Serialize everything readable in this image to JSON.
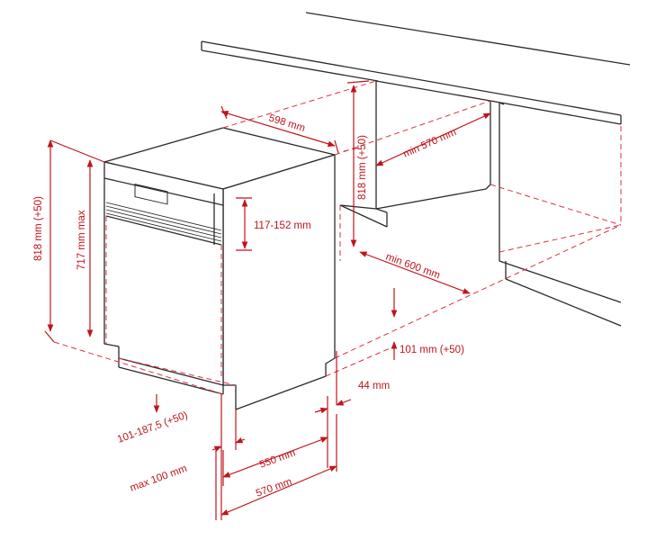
{
  "colors": {
    "dimension": "#c0141c",
    "outline": "#2b2b2b",
    "background": "#ffffff"
  },
  "dimensions": {
    "width_top": "598 mm",
    "height_total": "818 mm (+50)",
    "height_717": "717 mm max",
    "panel_height": "117-152 mm",
    "niche_height": "818 mm (+50)",
    "niche_width": "min 570 mm",
    "niche_depth": "min 600 mm",
    "plinth_height": "101 mm (+50)",
    "plinth_offset": "44 mm",
    "plinth_range": "101-187,5 (+50)",
    "max_100": "max 100 mm",
    "depth_550": "550 mm",
    "depth_570": "570 mm"
  }
}
